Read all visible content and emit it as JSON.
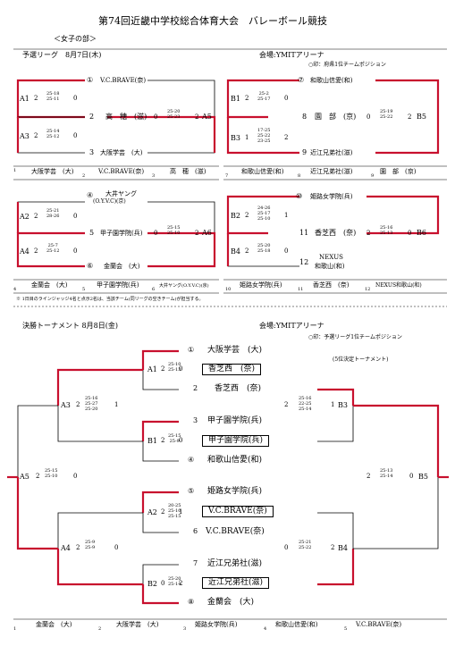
{
  "header": {
    "title": "第74回近畿中学校総合体育大会　バレーボール競技",
    "division": "＜女子の部＞",
    "prelim_league": "予選リーグ　8月7日(木)",
    "prelim_venue": "会場:YMITアリーナ",
    "prelim_mark_note": "○印：府県1位チームポジション",
    "tournament_title": "決勝トーナメント 8月8日(金)",
    "tournament_venue": "会場:YMITアリーナ",
    "tournament_mark_note": "○印：予選リーグ1位チームポジション",
    "fifth_place_note": "(5位決定トーナメント)",
    "footnote": "※ 1日目のラインジャッジ4名と点示2名は、当該チーム(同リーグの空きチーム)が担当する。"
  },
  "prelim": {
    "A_top": {
      "teams": [
        {
          "num": "①",
          "name": "V.C.BRAVE(奈)"
        },
        {
          "num": "2",
          "name": "高　穂　(滋)"
        },
        {
          "num": "3",
          "name": "大阪学芸　(大)"
        }
      ],
      "matches": [
        {
          "code": "A1",
          "left": "2",
          "scores": "25-18\n25-11",
          "right": "0"
        },
        {
          "code": "A3",
          "left": "2",
          "scores": "25-14\n25-12",
          "right": "0"
        },
        {
          "code": "A5",
          "left": "0",
          "scores": "25-20\n25-23",
          "right": "2"
        }
      ],
      "footer": [
        {
          "num": "1",
          "name": "大阪学芸　(大)"
        },
        {
          "num": "2",
          "name": "V.C.BRAVE(奈)"
        },
        {
          "num": "3",
          "name": "高　穂　(滋)"
        }
      ]
    },
    "B_top": {
      "teams": [
        {
          "num": "⑦",
          "name": "和歌山信愛(和)"
        },
        {
          "num": "8",
          "name": "園　部　(京)"
        },
        {
          "num": "9",
          "name": "近江兄弟社(滋)"
        }
      ],
      "matches": [
        {
          "code": "B1",
          "left": "2",
          "scores": "25-2\n25-17",
          "right": "0"
        },
        {
          "code": "B3",
          "left": "1",
          "scores": "17-25\n25-22\n23-25",
          "right": "2"
        },
        {
          "code": "B5",
          "left": "0",
          "scores": "25-19\n25-22",
          "right": "2"
        }
      ],
      "footer": [
        {
          "num": "7",
          "name": "和歌山信愛(和)"
        },
        {
          "num": "8",
          "name": "近江兄弟社(滋)"
        },
        {
          "num": "9",
          "name": "園　部　(京)"
        }
      ]
    },
    "A_bottom": {
      "teams": [
        {
          "num": "④",
          "name": "大井ヤング",
          "sub": "(O.Y.V.C)(京)"
        },
        {
          "num": "5",
          "name": "甲子園学院(兵)"
        },
        {
          "num": "⑥",
          "name": "金蘭会　(大)"
        }
      ],
      "matches": [
        {
          "code": "A2",
          "left": "2",
          "scores": "25-21\n28-26",
          "right": "0"
        },
        {
          "code": "A4",
          "left": "2",
          "scores": "25-7\n25-12",
          "right": "0"
        },
        {
          "code": "A6",
          "left": "0",
          "scores": "25-15\n25-10",
          "right": "2"
        }
      ],
      "footer": [
        {
          "num": "4",
          "name": "金蘭会　(大)"
        },
        {
          "num": "5",
          "name": "甲子園学院(兵)"
        },
        {
          "num": "6",
          "name": "大井ヤング(O.Y.V.C)(京)"
        }
      ]
    },
    "B_bottom": {
      "teams": [
        {
          "num": "⑩",
          "name": "姫路女学院(兵)"
        },
        {
          "num": "11",
          "name": "香芝西　(奈)"
        },
        {
          "num": "12",
          "name": "NEXUS",
          "sub": "和歌山(和)"
        }
      ],
      "matches": [
        {
          "code": "B2",
          "left": "2",
          "scores": "24-26\n25-17\n25-10",
          "right": "1"
        },
        {
          "code": "B4",
          "left": "2",
          "scores": "25-20\n25-18",
          "right": "0"
        },
        {
          "code": "B6",
          "left": "2",
          "scores": "25-16\n25-13",
          "right": "0"
        }
      ],
      "footer": [
        {
          "num": "10",
          "name": "姫路女学院(兵)"
        },
        {
          "num": "11",
          "name": "香芝西　(奈)"
        },
        {
          "num": "12",
          "name": "NEXUS和歌山(和)"
        }
      ]
    }
  },
  "tournament": {
    "teams": [
      {
        "num": "①",
        "name": "大阪学芸　(大)"
      },
      {
        "num": "",
        "name": "香芝西　(奈)",
        "boxed": true
      },
      {
        "num": "2",
        "name": "香芝西　(奈)"
      },
      {
        "num": "3",
        "name": "甲子園学院(兵)"
      },
      {
        "num": "",
        "name": "甲子園学院(兵)",
        "boxed": true
      },
      {
        "num": "④",
        "name": "和歌山信愛(和)"
      },
      {
        "num": "⑤",
        "name": "姫路女学院(兵)"
      },
      {
        "num": "",
        "name": "V.C.BRAVE(奈)",
        "boxed": true
      },
      {
        "num": "6",
        "name": "V.C.BRAVE(奈)"
      },
      {
        "num": "7",
        "name": "近江兄弟社(滋)"
      },
      {
        "num": "",
        "name": "近江兄弟社(滋)",
        "boxed": true
      },
      {
        "num": "⑧",
        "name": "金蘭会　(大)"
      }
    ],
    "matches": {
      "A1": {
        "code": "A1",
        "left": "2",
        "scores": "25-10\n25-13",
        "right": "0"
      },
      "B1": {
        "code": "B1",
        "left": "2",
        "scores": "25-15\n25-9",
        "right": "0"
      },
      "A2": {
        "code": "A2",
        "left": "2",
        "scores": "20-25\n25-10\n25-15",
        "right": "1"
      },
      "B2": {
        "code": "B2",
        "left": "0",
        "scores": "25-20\n25-14",
        "right": "2"
      },
      "A3": {
        "code": "A3",
        "left": "2",
        "scores": "25-16\n25-27\n25-20",
        "right": "1"
      },
      "A4": {
        "code": "A4",
        "left": "2",
        "scores": "25-9\n25-9",
        "right": "0"
      },
      "A5": {
        "code": "A5",
        "left": "2",
        "scores": "25-15\n25-10",
        "right": "0"
      },
      "B3": {
        "code": "B3",
        "left": "2",
        "scores": "25-16\n22-25\n25-14",
        "right": "1"
      },
      "B4": {
        "code": "B4",
        "left": "0",
        "scores": "25-21\n25-22",
        "right": "2"
      },
      "B5": {
        "code": "B5",
        "left": "2",
        "scores": "25-13\n25-14",
        "right": "0"
      }
    },
    "footer": [
      {
        "num": "1",
        "name": "金蘭会　(大)"
      },
      {
        "num": "2",
        "name": "大阪学芸　(大)"
      },
      {
        "num": "3",
        "name": "姫路女学院(兵)"
      },
      {
        "num": "4",
        "name": "和歌山信愛(和)"
      },
      {
        "num": "5",
        "name": "V.C.BRAVE(奈)"
      }
    ]
  },
  "colors": {
    "winner_line": "#c8102e",
    "line": "#000000"
  }
}
